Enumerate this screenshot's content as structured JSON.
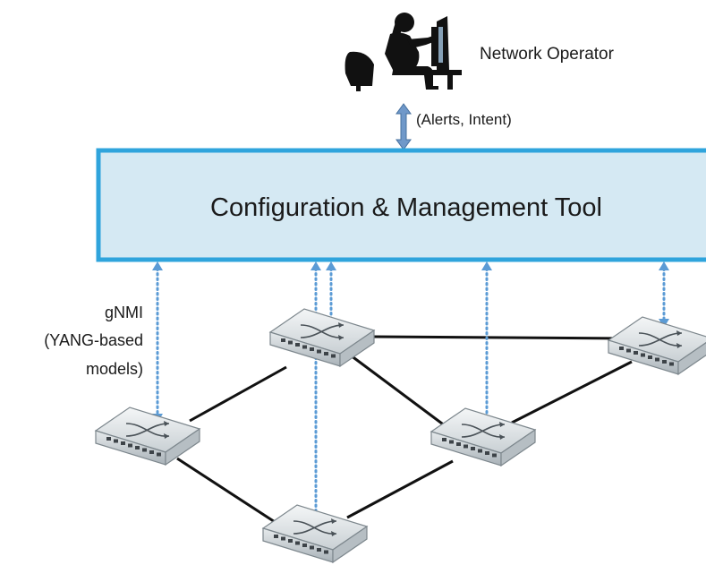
{
  "operator_label": "Network Operator",
  "operator_link_label": "(Alerts, Intent)",
  "tool_label": "Configuration & Management Tool",
  "protocol_label": {
    "line1": "gNMI",
    "line2": "(YANG-based",
    "line3": "models)"
  },
  "colors": {
    "tool_fill": "#d5e9f3",
    "tool_border": "#2fa4dc",
    "mgmt_link": "#5b9bd5",
    "operator_arrow": "#6f98c9",
    "data_link": "#111111"
  },
  "icons": {
    "operator": "person-at-computer-icon",
    "switch": "network-switch-icon"
  }
}
